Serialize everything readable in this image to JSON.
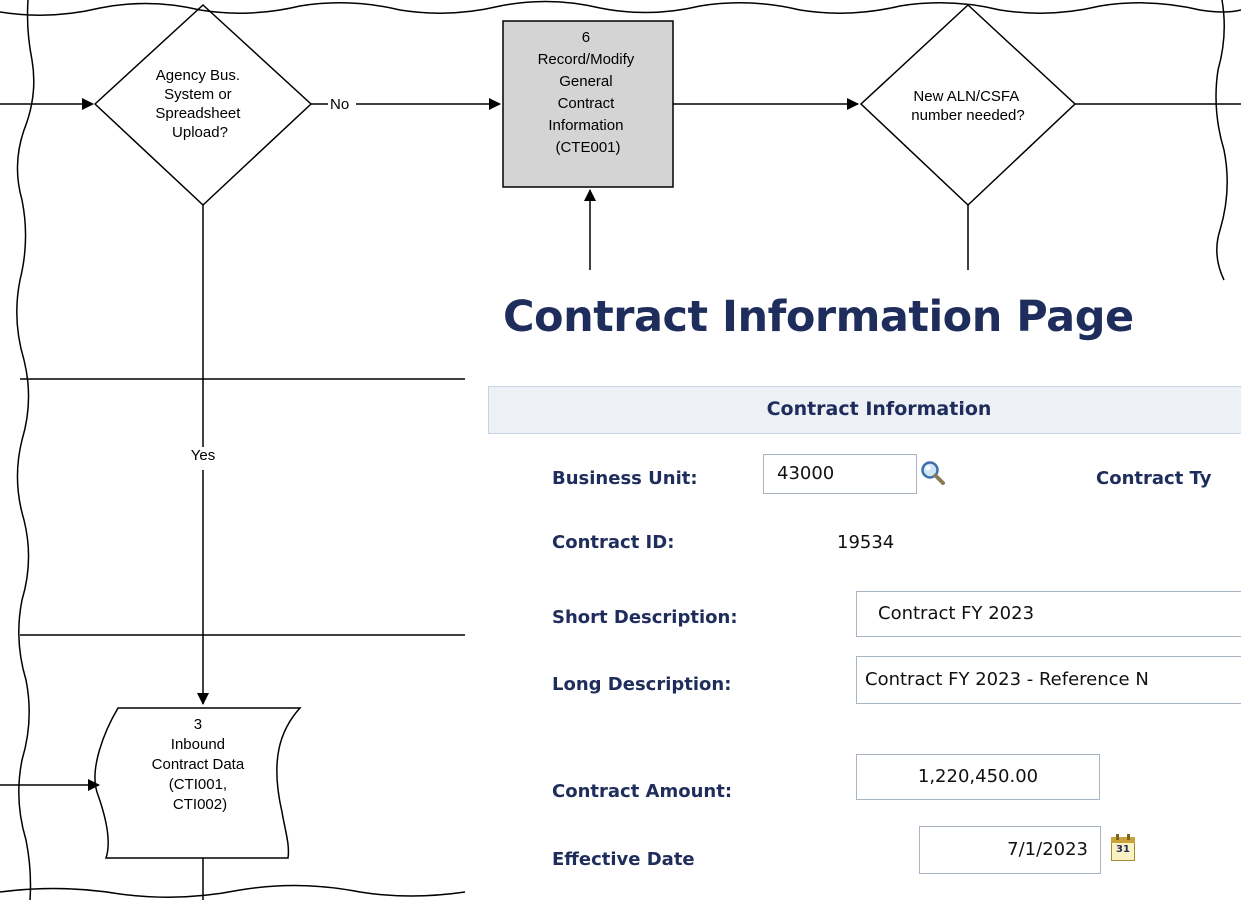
{
  "flowchart": {
    "decision_agency": [
      "Agency Bus.",
      "System or",
      "Spreadsheet",
      "Upload?"
    ],
    "edge_no": "No",
    "edge_yes": "Yes",
    "step6": [
      "6",
      "Record/Modify",
      "General",
      "Contract",
      "Information",
      "(CTE001)"
    ],
    "decision_aln": [
      "New ALN/CSFA",
      "number needed?"
    ],
    "step3": [
      "3",
      "Inbound",
      "Contract Data",
      "(CTI001,",
      "CTI002)"
    ],
    "colors": {
      "process_fill": "#d4d4d4",
      "line": "#000000"
    }
  },
  "page": {
    "title": "Contract Information Page",
    "section_title": "Contract Information"
  },
  "form": {
    "business_unit_label": "Business Unit:",
    "business_unit_value": "43000",
    "lookup_icon": "magnifier-icon",
    "contract_type_label": "Contract Ty",
    "contract_id_label": "Contract ID:",
    "contract_id_value": "19534",
    "short_desc_label": "Short Description:",
    "short_desc_value": "Contract FY 2023",
    "long_desc_label": "Long Description:",
    "long_desc_value": "Contract FY 2023 - Reference N",
    "amount_label": "Contract Amount:",
    "amount_value": "1,220,450.00",
    "effective_date_label": "Effective Date",
    "effective_date_value": "7/1/2023",
    "calendar_icon_text": "31"
  },
  "colors": {
    "heading": "#1f2d5c",
    "section_bar": "#edf0f5",
    "field_border": "#a9b4c4"
  }
}
